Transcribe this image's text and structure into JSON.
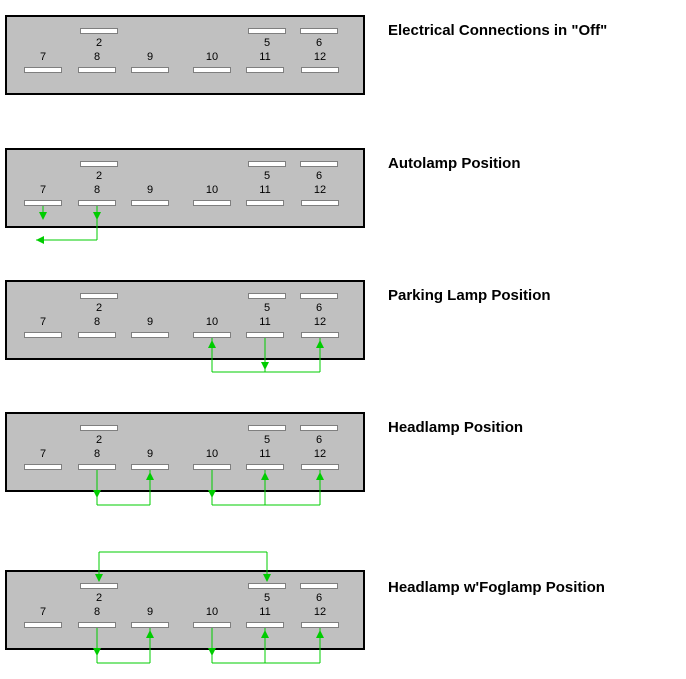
{
  "diagram": {
    "connector_fill": "#c0c0c0",
    "wire_color": "#00cc00",
    "terminals": {
      "top": [
        "2",
        "5",
        "6"
      ],
      "bottom": [
        "7",
        "8",
        "9",
        "10",
        "11",
        "12"
      ]
    },
    "positions": [
      {
        "label": "Electrical Connections in \"Off\"",
        "links": []
      },
      {
        "label": "Autolamp Position",
        "links": [
          {
            "terminals": [
              "7",
              "8"
            ],
            "side": "below",
            "note": "arrow exits to the left below terminal 7"
          }
        ]
      },
      {
        "label": "Parking Lamp Position",
        "links": [
          {
            "terminals": [
              "10",
              "11",
              "12"
            ],
            "side": "below"
          }
        ]
      },
      {
        "label": "Headlamp Position",
        "links": [
          {
            "terminals": [
              "8",
              "9"
            ],
            "side": "below"
          },
          {
            "terminals": [
              "10",
              "11",
              "12"
            ],
            "side": "below"
          }
        ]
      },
      {
        "label": "Headlamp w'Foglamp Position",
        "links": [
          {
            "terminals": [
              "2",
              "5"
            ],
            "side": "above"
          },
          {
            "terminals": [
              "8",
              "9"
            ],
            "side": "below"
          },
          {
            "terminals": [
              "10",
              "11",
              "12"
            ],
            "side": "below"
          }
        ]
      }
    ]
  }
}
